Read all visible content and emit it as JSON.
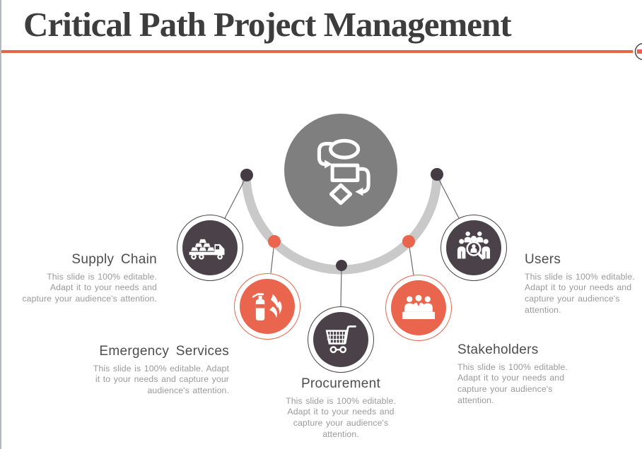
{
  "page": {
    "title": "Critical Path Project Management"
  },
  "colors": {
    "accent": "#E9654E",
    "dark_node": "#4A4248",
    "center_circle": "#7F7F7F",
    "arc": "#C9C9C9",
    "dark_dot": "#453C43",
    "title_text": "#3D3D3D",
    "heading_text": "#4D4D4D",
    "desc_text": "#9A9A9A"
  },
  "center": {
    "icon": "flowchart-icon"
  },
  "nodes": [
    {
      "label": "Supply Chain",
      "desc": "This slide is 100% editable. Adapt it to your needs and capture your audience's attention.",
      "icon": "truck-gold-bars-icon",
      "style": "dark"
    },
    {
      "label": "Emergency Services",
      "desc": "This slide is 100% editable. Adapt it to your needs and capture your audience's attention.",
      "icon": "fire-extinguisher-icon",
      "style": "accent"
    },
    {
      "label": "Procurement",
      "desc": "This slide is 100% editable. Adapt it to your needs and capture your audience's attention.",
      "icon": "shopping-cart-icon",
      "style": "dark"
    },
    {
      "label": "Stakeholders",
      "desc": "This slide is 100% editable. Adapt it to your needs and capture your audience's attention.",
      "icon": "meeting-table-icon",
      "style": "accent"
    },
    {
      "label": "Users",
      "desc": "This slide is 100% editable. Adapt it to your needs and capture your audience's attention.",
      "icon": "user-search-icon",
      "style": "dark"
    }
  ]
}
